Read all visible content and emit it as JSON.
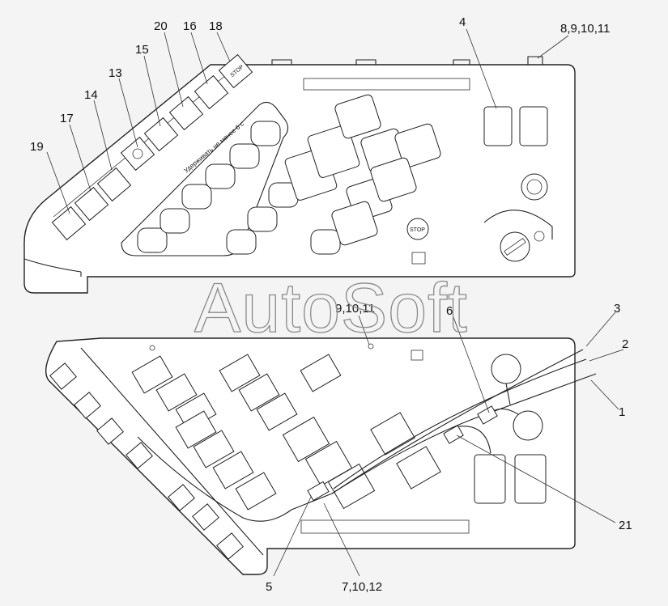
{
  "watermark": "AutoSoft",
  "callouts": {
    "c19": "19",
    "c17": "17",
    "c14": "14",
    "c13": "13",
    "c15": "15",
    "c20": "20",
    "c16": "16",
    "c18": "18",
    "c4": "4",
    "c8_11": "8,9,10,11",
    "c9_11": "9,10,11",
    "c6": "6",
    "c3": "3",
    "c2": "2",
    "c1": "1",
    "c21": "21",
    "c5": "5",
    "c7_10_12": "7,10,12"
  },
  "panel_text": {
    "stop_key": "STOP",
    "stop_button": "STOP",
    "hold_note": "Удерживать не менее 6 с"
  }
}
